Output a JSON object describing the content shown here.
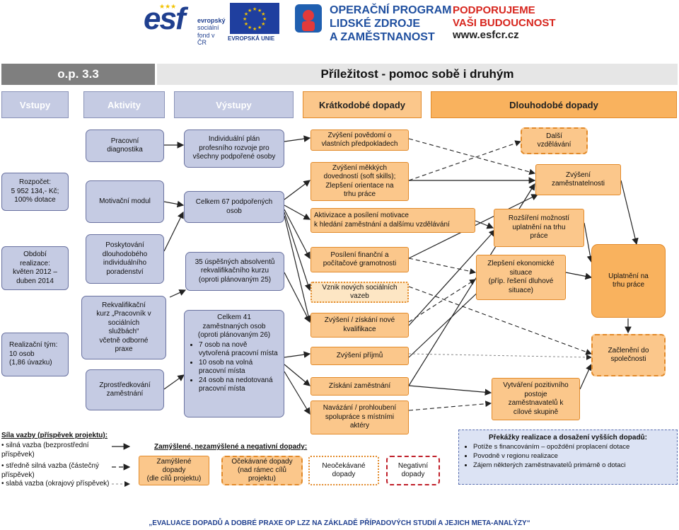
{
  "header": {
    "esf_logo": "esf",
    "esf_caption": [
      "evropský",
      "sociální",
      "fond v ČR"
    ],
    "eu_caption": "EVROPSKÁ UNIE",
    "op_title": [
      "OPERAČNÍ PROGRAM",
      "LIDSKÉ ZDROJE",
      "A ZAMĚSTNANOST"
    ],
    "support_text": [
      "PODPORUJEME",
      "VAŠI BUDOUCNOST"
    ],
    "url": "www.esfcr.cz"
  },
  "title_bar": {
    "code": "o.p. 3.3",
    "name": "Příležitost - pomoc sobě i druhým"
  },
  "columns": [
    "Vstupy",
    "Aktivity",
    "Výstupy",
    "Krátkodobé dopady",
    "Dlouhodobé dopady"
  ],
  "inputs": [
    "Rozpočet:\n5 952 134,- Kč;\n100% dotace",
    "Období\nrealizace:\nkvěten 2012 –\nduben 2014",
    "Realizační tým:\n10 osob\n(1,86 úvazku)"
  ],
  "activities": [
    "Pracovní\ndiagnostika",
    "Motivační modul",
    "Poskytování\ndlouhodobého\nindividuálního\nporadenství",
    "Rekvalifikační\nkurz „Pracovník v\nsociálních\nslužbách“\nvčetně odborné\npraxe",
    "Zprostředkování\nzaměstnání"
  ],
  "outputs": [
    "Individuální plán\nprofesního rozvoje pro\nvšechny podpořené osoby",
    "Celkem 67 podpořených\nosob",
    "35 úspěšných absolventů\nrekvalifikačního kurzu\n(oproti plánovaným 25)"
  ],
  "output_employed": {
    "title": "Celkem 41\nzaměstnaných osob\n(oproti plánovaným 26)",
    "items": [
      "7 osob na nově vytvořená pracovní místa",
      "10 osob na volná pracovní místa",
      "24 osob na nedotovaná pracovní místa"
    ]
  },
  "short_term": [
    "Zvýšení povědomí o\nvlastních předpokladech",
    "Zvýšení měkkých\ndovedností (soft skills);\nZlepšení orientace na\ntrhu práce",
    "Aktivizace a posílení motivace\nk hledání zaměstnání a dalšímu vzdělávání",
    "Posílení finanční a\npočítačové gramotnosti",
    "Vznik nových sociálních\nvazeb",
    "Zvýšení / získání nové\nkvalifikace",
    "Zvýšení příjmů",
    "Získání zaměstnání",
    "Navázání / prohloubení\nspolupráce s místními\naktéry"
  ],
  "long_term": [
    "Další\nvzdělávání",
    "Zvýšení\nzaměstnatelnosti",
    "Rozšíření možností\nuplatnění na trhu\npráce",
    "Zlepšení ekonomické\nsituace\n(příp. řešení dluhové\nsituace)",
    "Uplatnění na\ntrhu práce",
    "Začlenění do\nspolečnosti",
    "Vytváření pozitivního\npostoje\nzaměstnavatelů k\ncílové skupině"
  ],
  "legend": {
    "strength_title": "Síla vazby (příspěvek projektu):",
    "strength_items": [
      "• silná vazba (bezprostřední\npříspěvek)",
      "• středně silná vazba (částečný\npříspěvek)",
      "• slabá vazba (okrajový příspěvek)"
    ],
    "impacts_title": "Zamýšlené, nezamýšlené a negativní dopady:",
    "impact_types": [
      "Zamýšlené\ndopady\n(dle cílů projektu)",
      "Očekávané dopady\n(nad rámec cílů\nprojektu)",
      "Neočekávané\ndopady",
      "Negativní\ndopady"
    ]
  },
  "obstacles": {
    "title": "Překážky realizace a dosažení vyšších dopadů:",
    "items": [
      "Potíže s financováním – opoždění proplacení dotace",
      "Povodně v regionu realizace",
      "Zájem některých zaměstnavatelů primárně o dotaci"
    ]
  },
  "footer": "„EVALUACE DOPADŮ A DOBRÉ PRAXE OP LZZ NA ZÁKLADĚ PŘÍPADOVÝCH STUDIÍ A JEJICH META-ANALÝZY“",
  "colors": {
    "blue_box": "#c5cbe3",
    "blue_border": "#6a72a0",
    "orange_box": "#fbc78b",
    "orange_border": "#e28a2a",
    "negative": "#c0202a",
    "title_dark": "#7f7f7f",
    "title_light": "#e6e6e6"
  }
}
